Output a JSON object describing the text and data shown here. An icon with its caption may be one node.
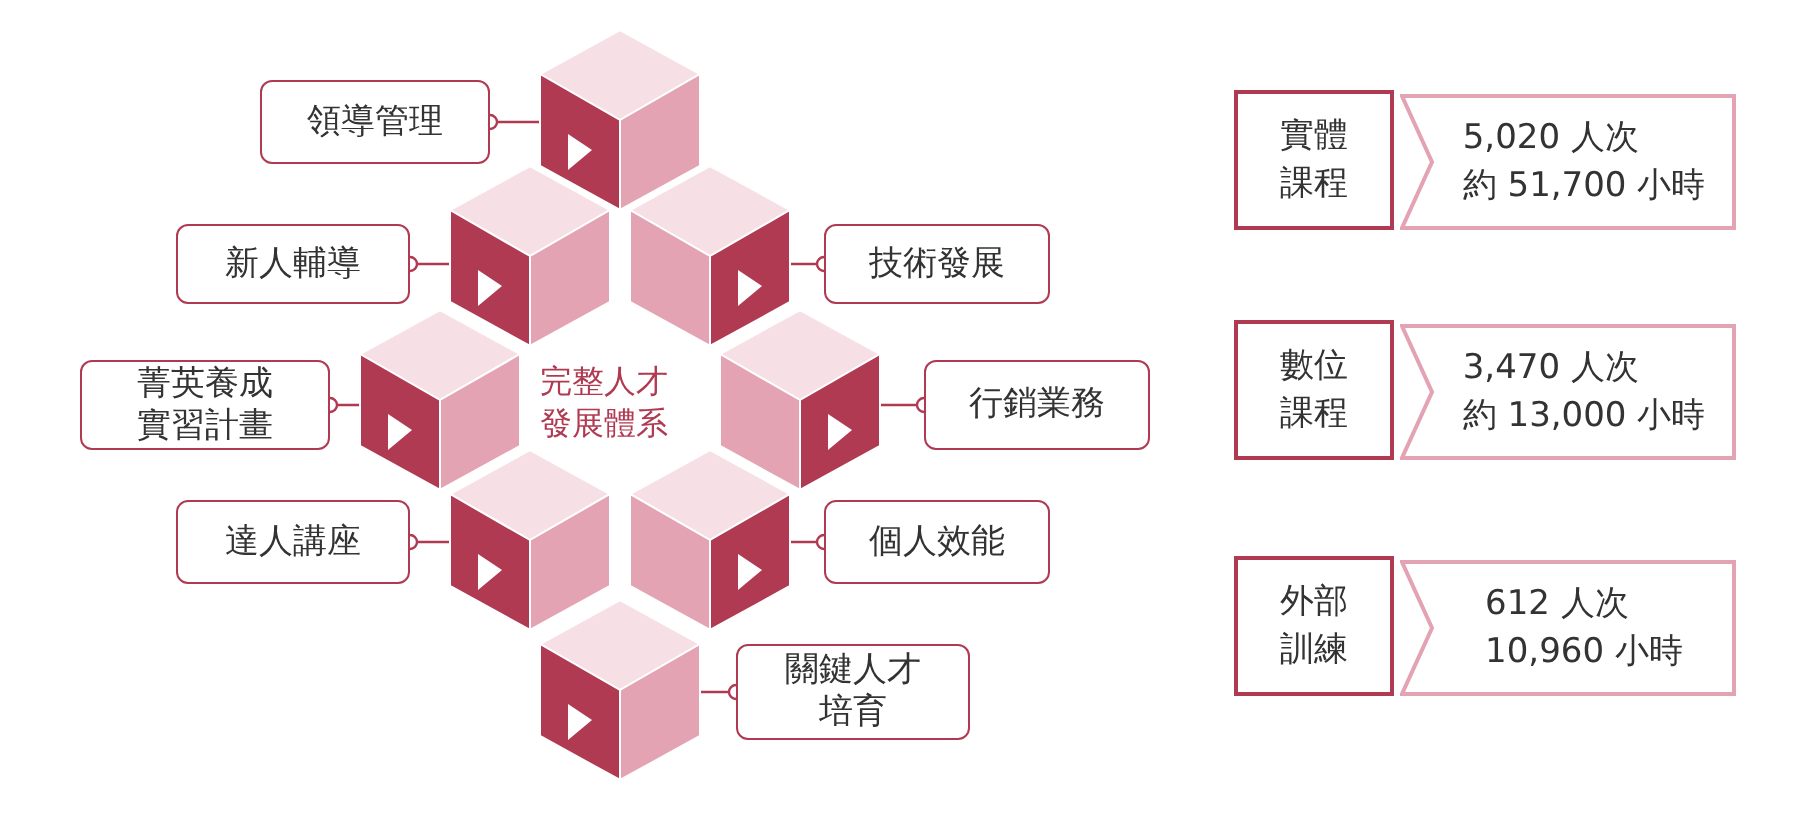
{
  "diagram": {
    "nodes": [
      {
        "text": [
          "領導管理"
        ]
      },
      {
        "text": [],
        "shape": "cube"
      },
      {
        "text": [
          "新人輔導"
        ]
      },
      {
        "text": [],
        "shape": "cube"
      },
      {
        "text": [],
        "shape": "cube"
      },
      {
        "text": [
          "技術發展"
        ]
      },
      {
        "text": [
          "菁英養成實習計畫"
        ]
      },
      {
        "text": [],
        "shape": "cube"
      },
      {
        "text": [],
        "shape": "cube"
      },
      {
        "text": [
          "行銷業務"
        ]
      },
      {
        "text": [
          "達人講座"
        ]
      },
      {
        "text": [],
        "shape": "cube"
      },
      {
        "text": [],
        "shape": "cube"
      },
      {
        "text": [
          "個人效能"
        ]
      },
      {
        "text": [],
        "shape": "cube"
      },
      {
        "text": [
          "關鍵人才培育"
        ]
      },
      {
        "text": [
          "實體課程"
        ]
      },
      {
        "text": [
          "5,020 人次約 51,700 小時"
        ]
      },
      {
        "text": [
          "數位課程"
        ]
      },
      {
        "text": [
          "3,470 人次約 13,000 小時"
        ]
      },
      {
        "text": [
          "外部訓練"
        ]
      },
      {
        "text": [
          "612 人次 10,960 小時"
        ]
      }
    ],
    "edges": [
      {
        "from": 0,
        "to": 1,
        "arrow": "other"
      },
      {
        "from": 2,
        "to": 3,
        "arrow": "other"
      },
      {
        "from": 5,
        "to": 4,
        "arrow": "other"
      },
      {
        "from": 6,
        "to": 7,
        "arrow": "other"
      },
      {
        "from": 9,
        "to": 8,
        "arrow": "other"
      },
      {
        "from": 10,
        "to": 11,
        "arrow": "other"
      },
      {
        "from": 13,
        "to": 12,
        "arrow": "other"
      },
      {
        "from": 15,
        "to": 14,
        "arrow": "other"
      }
    ],
    "labels": [
      "完整人才發展體系"
    ]
  }
}
